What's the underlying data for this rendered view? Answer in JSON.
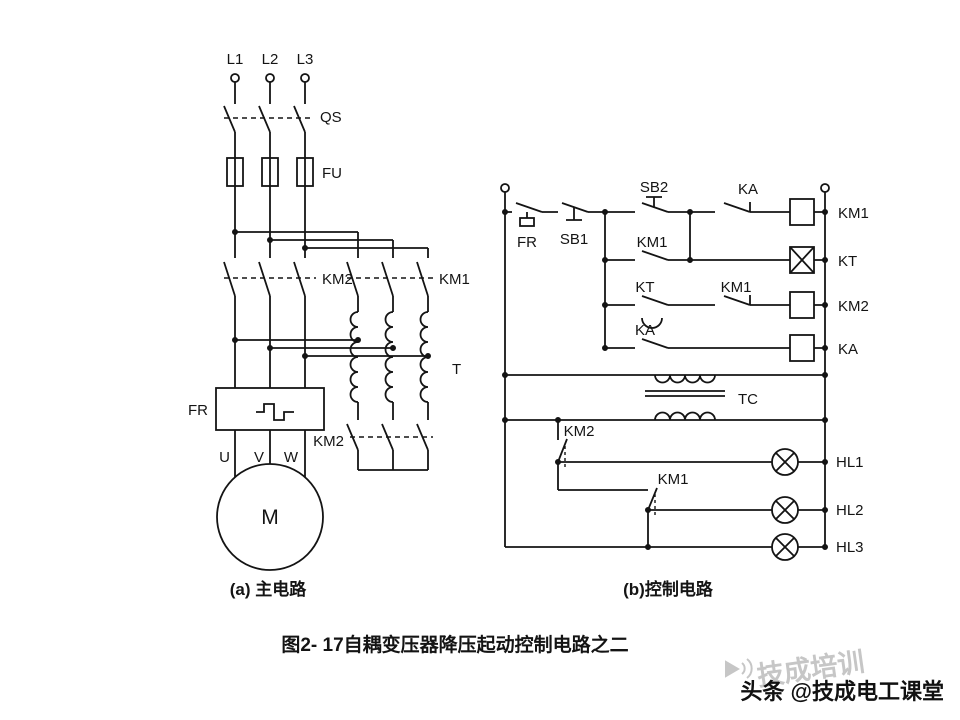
{
  "diagram": {
    "main": {
      "phases": [
        "L1",
        "L2",
        "L3"
      ],
      "qs": "QS",
      "fu": "FU",
      "km2_main": "KM2",
      "km1_start": "KM1",
      "transformer": "T",
      "km2_star": "KM2",
      "fr": "FR",
      "terminals": [
        "U",
        "V",
        "W"
      ],
      "motor": "M",
      "caption": "(a) 主电路"
    },
    "control": {
      "fr_contact": "FR",
      "sb1": "SB1",
      "sb2": "SB2",
      "ka_nc": "KA",
      "km1_coil": "KM1",
      "km1_hold": "KM1",
      "kt_coil": "KT",
      "kt_contact": "KT",
      "km1_nc": "KM1",
      "km2_coil": "KM2",
      "ka_contact": "KA",
      "ka_coil": "KA",
      "tc": "TC",
      "km2_lamp_contact": "KM2",
      "km1_lamp_contact": "KM1",
      "lamps": [
        "HL1",
        "HL2",
        "HL3"
      ],
      "caption": "(b)控制电路"
    },
    "figure_caption": "图2- 17自耦变压器降压起动控制电路之二"
  },
  "watermark": {
    "brand": "技成培训",
    "byline": "头条 @技成电工课堂"
  },
  "colors": {
    "line": "#141414",
    "background": "#ffffff",
    "watermark_gray": "#c6c6c6"
  }
}
